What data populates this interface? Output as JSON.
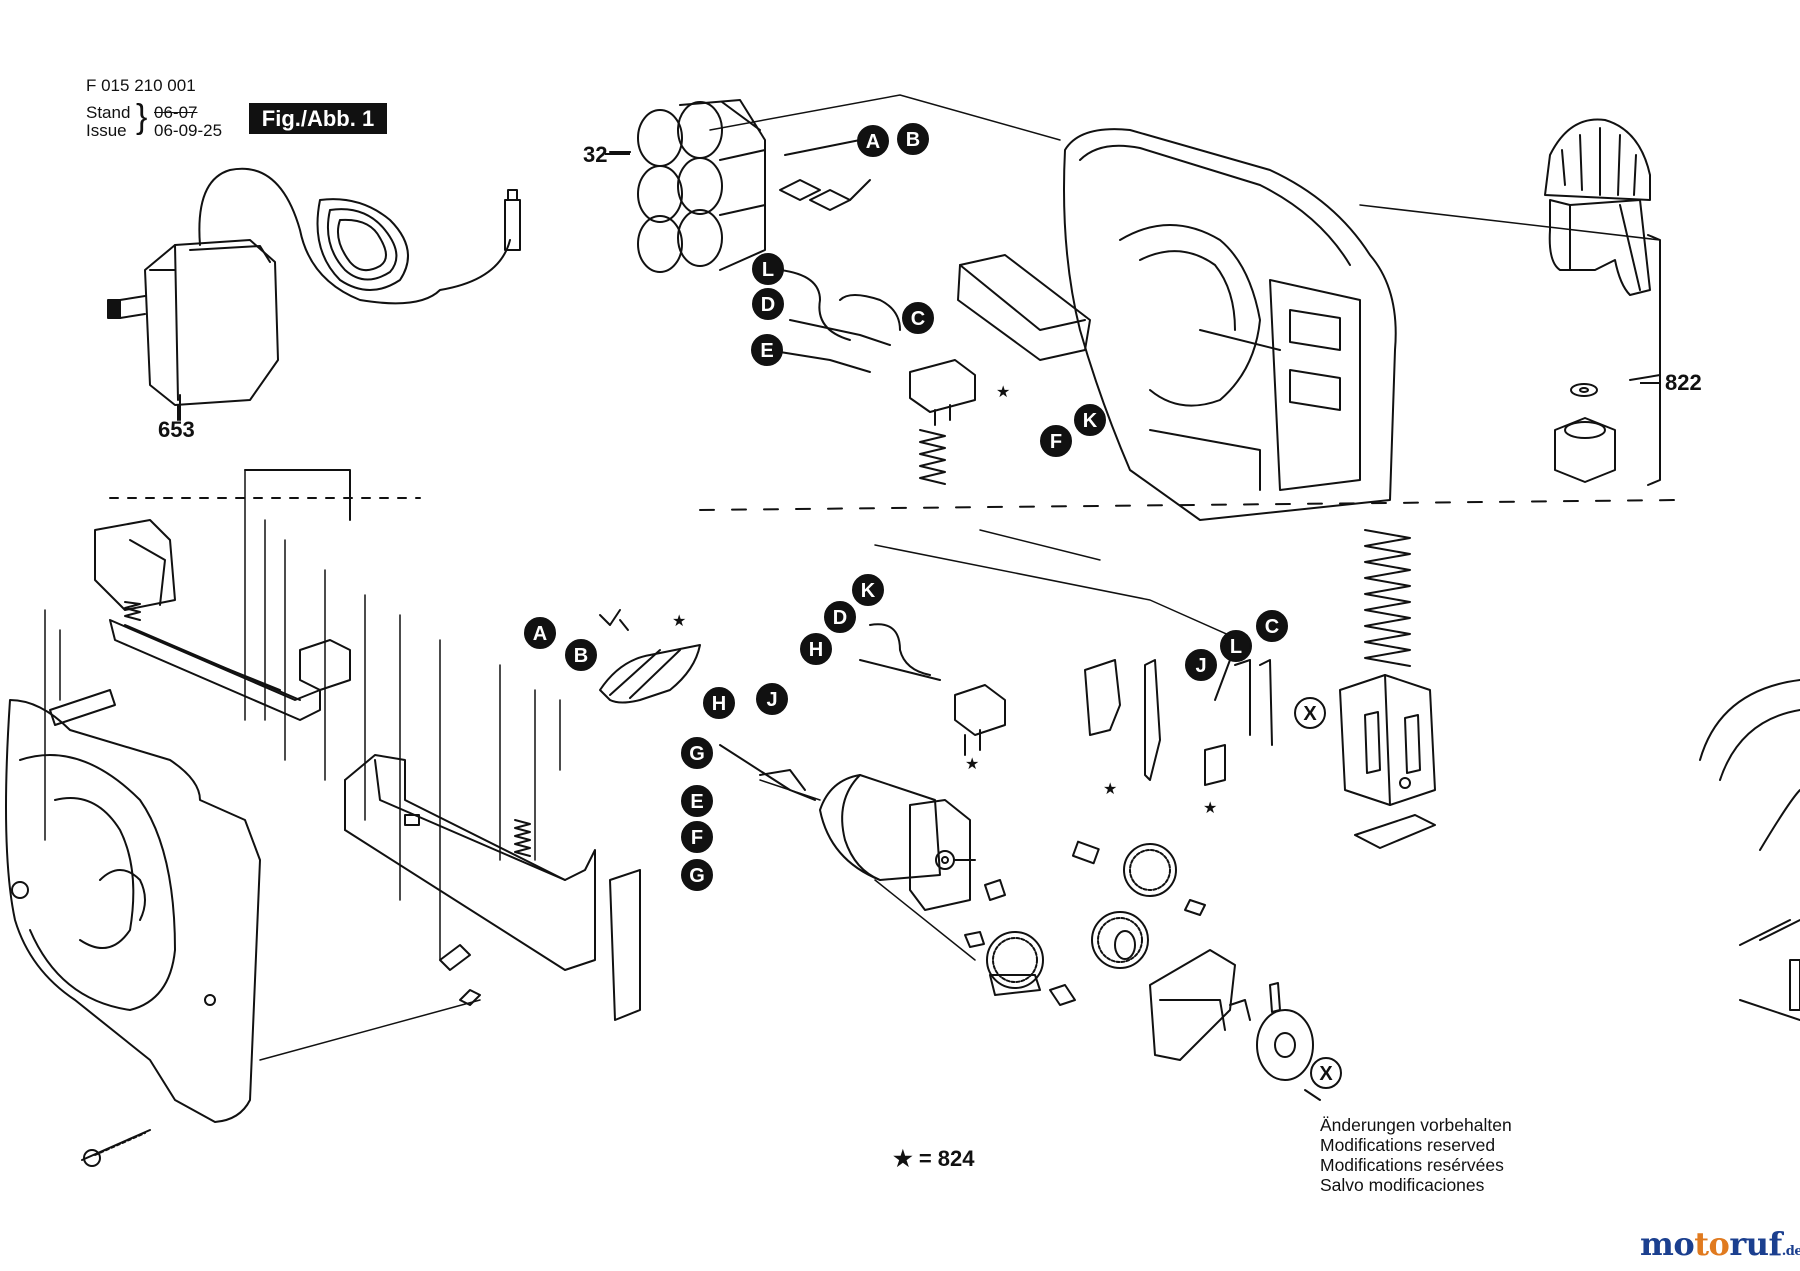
{
  "header": {
    "part_number": "F 015 210 001",
    "stand_label": "Stand",
    "stand_value": "06-07",
    "issue_label": "Issue",
    "issue_value": "06-09-25",
    "figure_label": "Fig./Abb. 1"
  },
  "part_numbers": {
    "charger": "653",
    "battery": "32",
    "knob": "822"
  },
  "callouts": [
    "A",
    "B",
    "C",
    "D",
    "E",
    "F",
    "G",
    "H",
    "J",
    "K",
    "L",
    "X"
  ],
  "legend": {
    "star_note": "★ = 824"
  },
  "notes": [
    "Änderungen vorbehalten",
    "Modifications reserved",
    "Modifications resérvées",
    "Salvo modificaciones"
  ],
  "watermark": {
    "mo": "mo",
    "to": "to",
    "ruf": "ruf",
    "tld": ".de",
    "colors": {
      "blue": "#1b3f8f",
      "orange": "#e07a1f"
    }
  },
  "colors": {
    "ink": "#111111",
    "paper": "#ffffff"
  }
}
